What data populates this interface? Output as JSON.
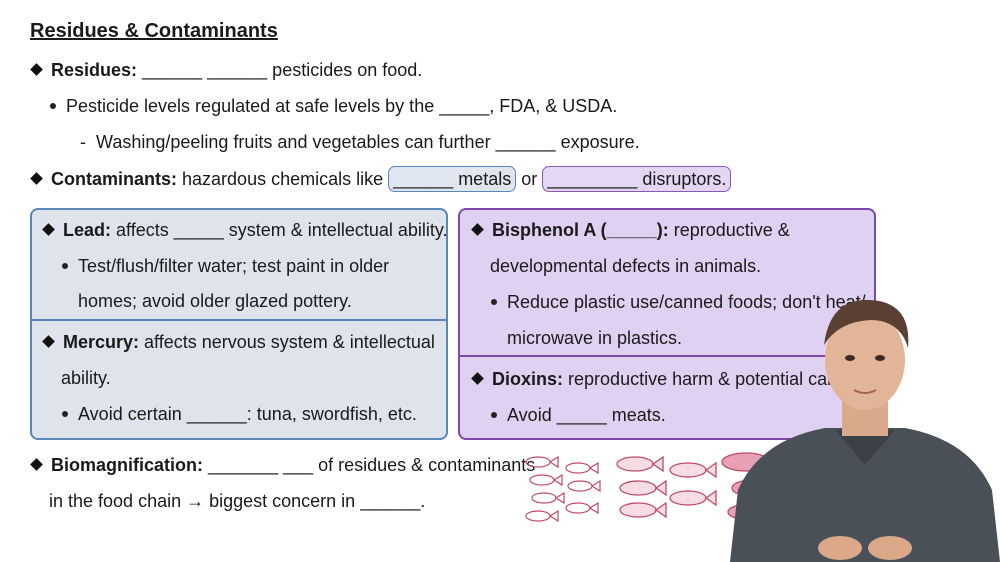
{
  "title": "Residues & Contaminants",
  "residues": {
    "label": "Residues:",
    "text": "______ ______ pesticides on food.",
    "sub1": "Pesticide levels regulated at safe levels by the _____, FDA, & USDA.",
    "sub2": "Washing/peeling fruits and vegetables can further ______ exposure."
  },
  "contaminants": {
    "label": "Contaminants:",
    "text": "hazardous chemicals like",
    "pill1": "______ metals",
    "or": "or",
    "pill2": "_________ disruptors."
  },
  "lead": {
    "label": "Lead:",
    "text": "affects _____ system & intellectual ability.",
    "sub_line1": "Test/flush/filter water; test paint in older",
    "sub_line2": "homes; avoid older glazed pottery."
  },
  "mercury": {
    "label": "Mercury:",
    "text_line1": "affects nervous system & intellectual",
    "text_line2": "ability.",
    "sub": "Avoid certain ______: tuna, swordfish, etc."
  },
  "bisphenol": {
    "label": "Bisphenol A (_____):",
    "text_line1": "reproductive &",
    "text_line2": "developmental defects in animals.",
    "sub_line1": "Reduce plastic use/canned foods; don't heat/",
    "sub_line2": "microwave in plastics."
  },
  "dioxins": {
    "label": "Dioxins:",
    "text": "reproductive harm & potential can",
    "sub": "Avoid _____ meats."
  },
  "biomagnification": {
    "label": "Biomagnification:",
    "text_line1": "_______ ___ of residues & contaminants",
    "text_line2": "in the food chain → biggest concern in ______."
  },
  "colors": {
    "blue_box": "#dfe3ec",
    "blue_border": "#5b86b8",
    "purple_box": "#e0d0f2",
    "purple_border": "#7d4aa8"
  }
}
